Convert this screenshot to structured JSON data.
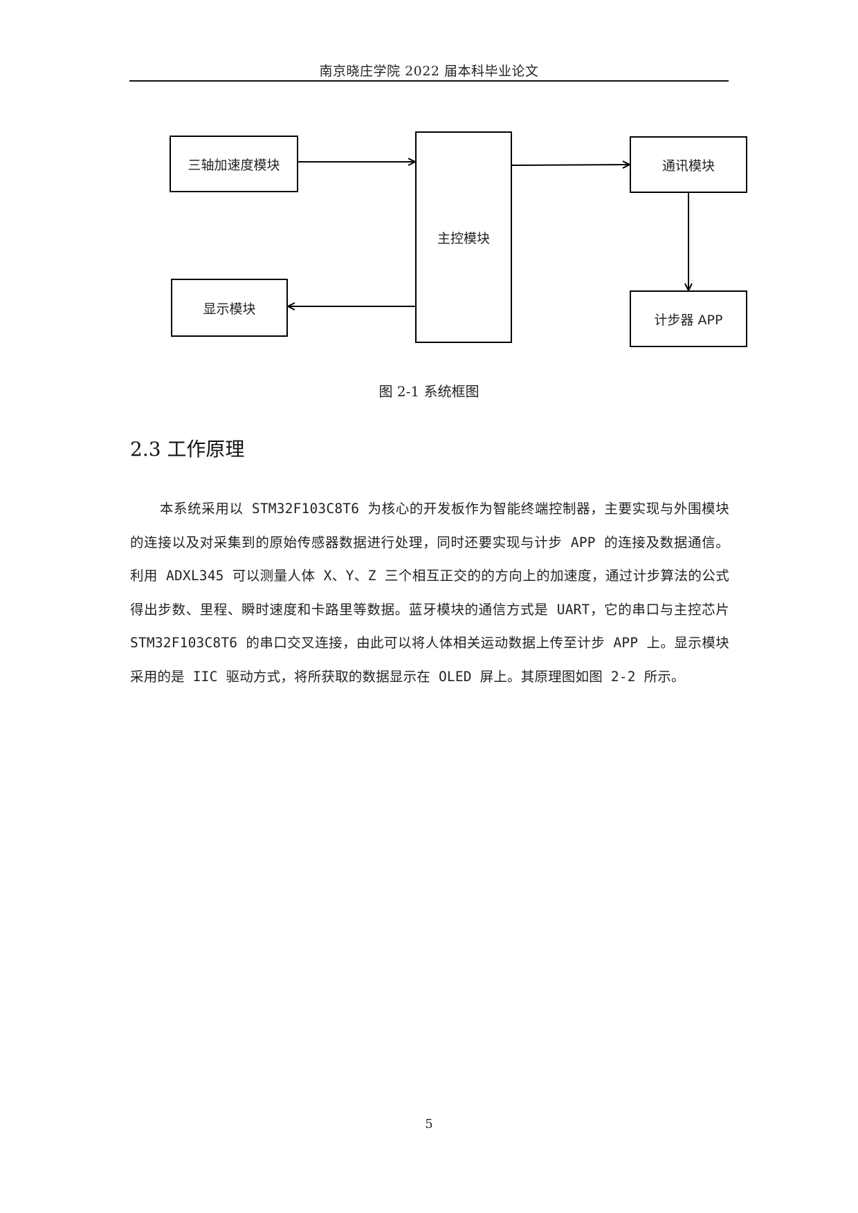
{
  "header": {
    "title": "南京晓庄学院 2022 届本科毕业论文"
  },
  "figure": {
    "caption": "图 2-1  系统框图",
    "blocks": {
      "accelerometer": "三轴加速度模块",
      "main_control": "主控模块",
      "display": "显示模块",
      "communication": "通讯模块",
      "pedometer_app": "计步器 APP"
    },
    "connections": [
      {
        "from": "三轴加速度模块",
        "to": "主控模块"
      },
      {
        "from": "主控模块",
        "to": "通讯模块"
      },
      {
        "from": "主控模块",
        "to": "显示模块"
      },
      {
        "from": "通讯模块",
        "to": "计步器 APP"
      }
    ]
  },
  "section": {
    "heading": "2.3 工作原理",
    "paragraph": "本系统采用以 STM32F103C8T6 为核心的开发板作为智能终端控制器，主要实现与外围模块的连接以及对采集到的原始传感器数据进行处理，同时还要实现与计步 APP 的连接及数据通信。利用 ADXL345 可以测量人体 X、Y、Z 三个相互正交的的方向上的加速度，通过计步算法的公式得出步数、里程、瞬时速度和卡路里等数据。蓝牙模块的通信方式是 UART，它的串口与主控芯片 STM32F103C8T6 的串口交叉连接，由此可以将人体相关运动数据上传至计步 APP 上。显示模块采用的是 IIC 驱动方式，将所获取的数据显示在 OLED 屏上。其原理图如图 2-2 所示。"
  },
  "footer": {
    "page_number": "5"
  }
}
